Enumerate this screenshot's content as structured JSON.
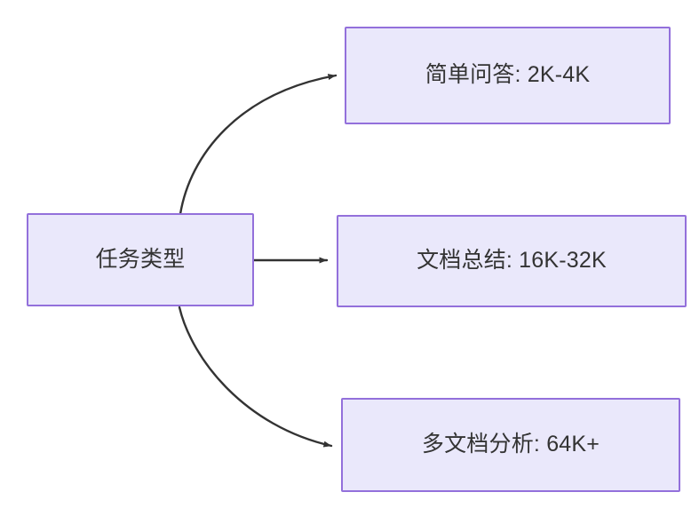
{
  "diagram": {
    "type": "flowchart",
    "direction": "left-to-right",
    "background_color": "#FFFFFF",
    "node_fill_color": "#EAE8FB",
    "node_border_color": "#9370DB",
    "node_text_color": "#333333",
    "edge_color": "#333333",
    "nodes": [
      {
        "id": "source",
        "label": "任务类型",
        "role": "root"
      },
      {
        "id": "simple-qa",
        "label": "简单问答: 2K-4K",
        "role": "leaf"
      },
      {
        "id": "doc-summary",
        "label": "文档总结: 16K-32K",
        "role": "leaf"
      },
      {
        "id": "multi-doc",
        "label": "多文档分析: 64K+",
        "role": "leaf"
      }
    ],
    "edges": [
      {
        "from": "source",
        "to": "simple-qa",
        "style": "curved",
        "arrowhead": "filled-triangle"
      },
      {
        "from": "source",
        "to": "doc-summary",
        "style": "straight",
        "arrowhead": "filled-triangle"
      },
      {
        "from": "source",
        "to": "multi-doc",
        "style": "curved",
        "arrowhead": "filled-triangle"
      }
    ]
  }
}
